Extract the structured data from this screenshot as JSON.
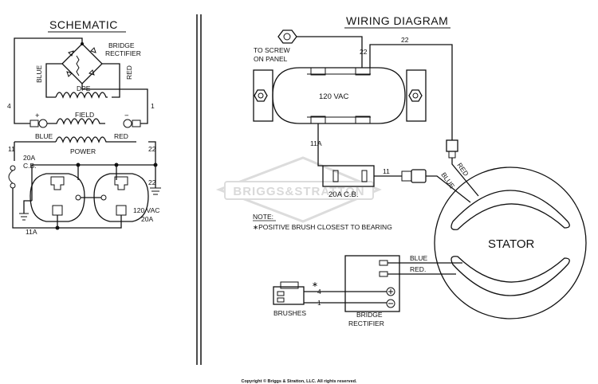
{
  "schematic": {
    "title": "SCHEMATIC",
    "bridge_rectifier": [
      "BRIDGE",
      "RECTIFIER"
    ],
    "blue": "BLUE",
    "red": "RED",
    "dpe": "DPE",
    "wire_4": "4",
    "wire_1": "1",
    "plus": "+",
    "minus": "−",
    "field": "FIELD",
    "blue2": "BLUE",
    "red2": "RED",
    "power": "POWER",
    "wire_11": "11",
    "wire_22": "22",
    "cb": [
      "20A",
      "C.B."
    ],
    "wire_22b": "22",
    "rating": [
      "120 VAC",
      "20A"
    ],
    "wire_11a": "11A"
  },
  "wiring": {
    "title": "WIRING DIAGRAM",
    "to_screw": [
      "TO SCREW",
      "ON PANEL"
    ],
    "wire_22a": "22",
    "wire_22b": "22",
    "receptacle": "120 VAC",
    "wire_11a": "11A",
    "wire_11": "11",
    "cb": "20A C.B.",
    "red": "RED",
    "blue": "BLUE",
    "note_title": "NOTE:",
    "note_text": "∗POSITIVE BRUSH CLOSEST TO BEARING",
    "stator": "STATOR",
    "blue_lead": "BLUE",
    "red_lead": "RED.",
    "wire_4": "4",
    "wire_1": "1",
    "asterisk": "∗",
    "brushes": "BRUSHES",
    "bridge_rectifier": [
      "BRIDGE",
      "RECTIFIER"
    ]
  },
  "watermark": "BRIGGS&STRATTON",
  "copyright": "Copyright © Briggs & Stratton, LLC. All rights reserved."
}
